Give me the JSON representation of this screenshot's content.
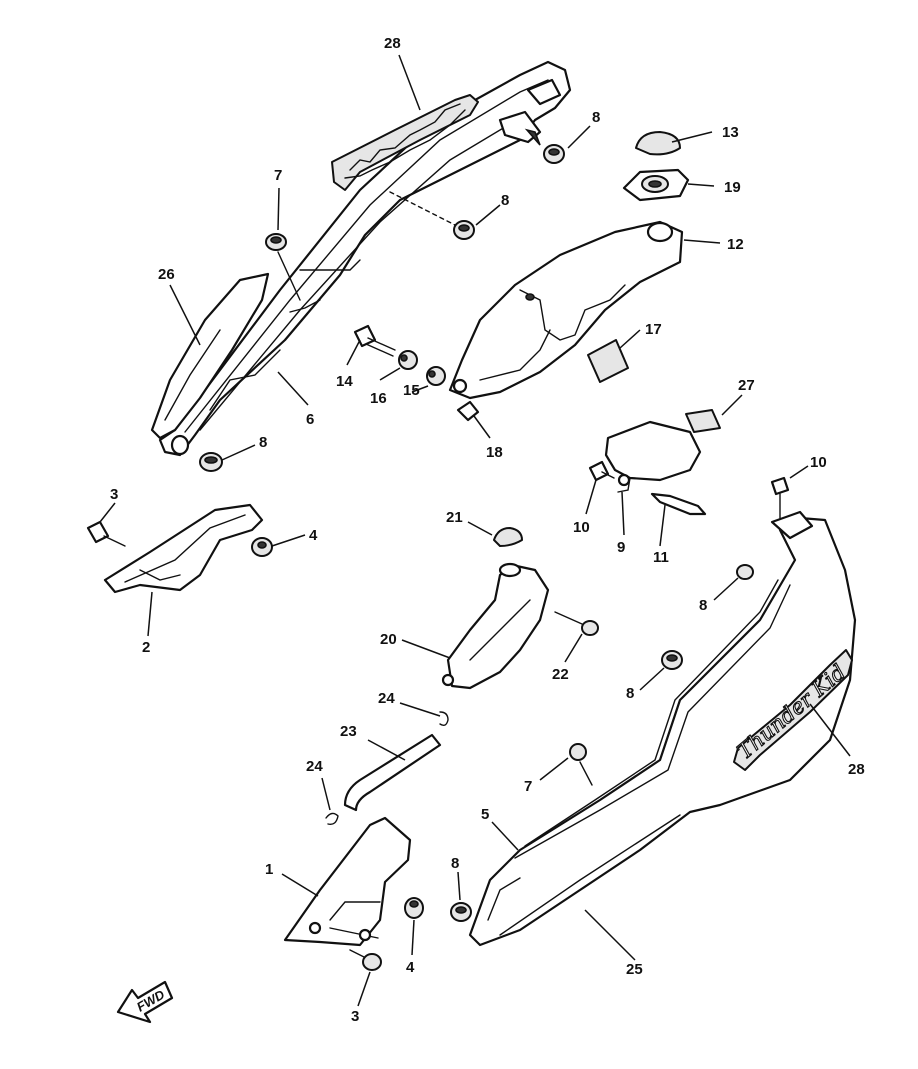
{
  "diagram": {
    "callouts": [
      "28",
      "8",
      "13",
      "19",
      "7",
      "8",
      "12",
      "26",
      "17",
      "14",
      "16",
      "15",
      "6",
      "18",
      "8",
      "27",
      "3",
      "4",
      "10",
      "21",
      "10",
      "9",
      "11",
      "2",
      "8",
      "20",
      "22",
      "8",
      "24",
      "23",
      "28",
      "24",
      "7",
      "5",
      "1",
      "8",
      "4",
      "25",
      "3"
    ],
    "emblem_text": "Thunder Kid",
    "fwd_label": "FWD"
  }
}
